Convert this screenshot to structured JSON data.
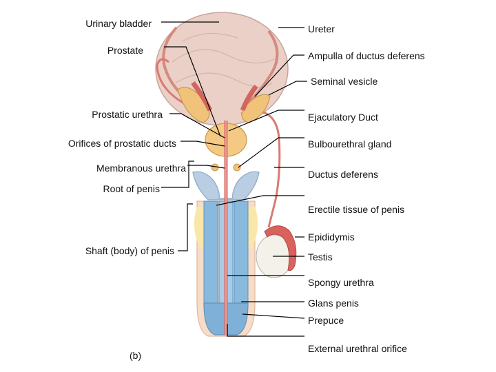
{
  "figure": {
    "panel_label": "(b)",
    "left_labels": [
      "Urinary bladder",
      "Prostate",
      "Prostatic urethra",
      "Orifices of  prostatic ducts",
      "Membranous urethra",
      "Root of penis",
      "Shaft (body) of penis"
    ],
    "right_labels": [
      "Ureter",
      "Ampulla of ductus deferens",
      "Seminal vesicle",
      "Ejaculatory Duct",
      "Bulbourethral gland",
      "Ductus deferens",
      "Erectile tissue of penis",
      "Epididymis",
      "Testis",
      "Spongy  urethra",
      "Glans penis",
      "Prepuce",
      "External urethral orifice"
    ]
  },
  "colors": {
    "bladder": "#e8c9c0",
    "urethra": "#d9716b",
    "prostate": "#f0c27a",
    "erectile": "#7fb3d9",
    "skin": "#f6d9c6",
    "testis": "#f2f0ea",
    "epididymis": "#d95a5a",
    "leader": "#000000"
  },
  "icons": [
    "male-reproductive-anatomy-illustration"
  ]
}
